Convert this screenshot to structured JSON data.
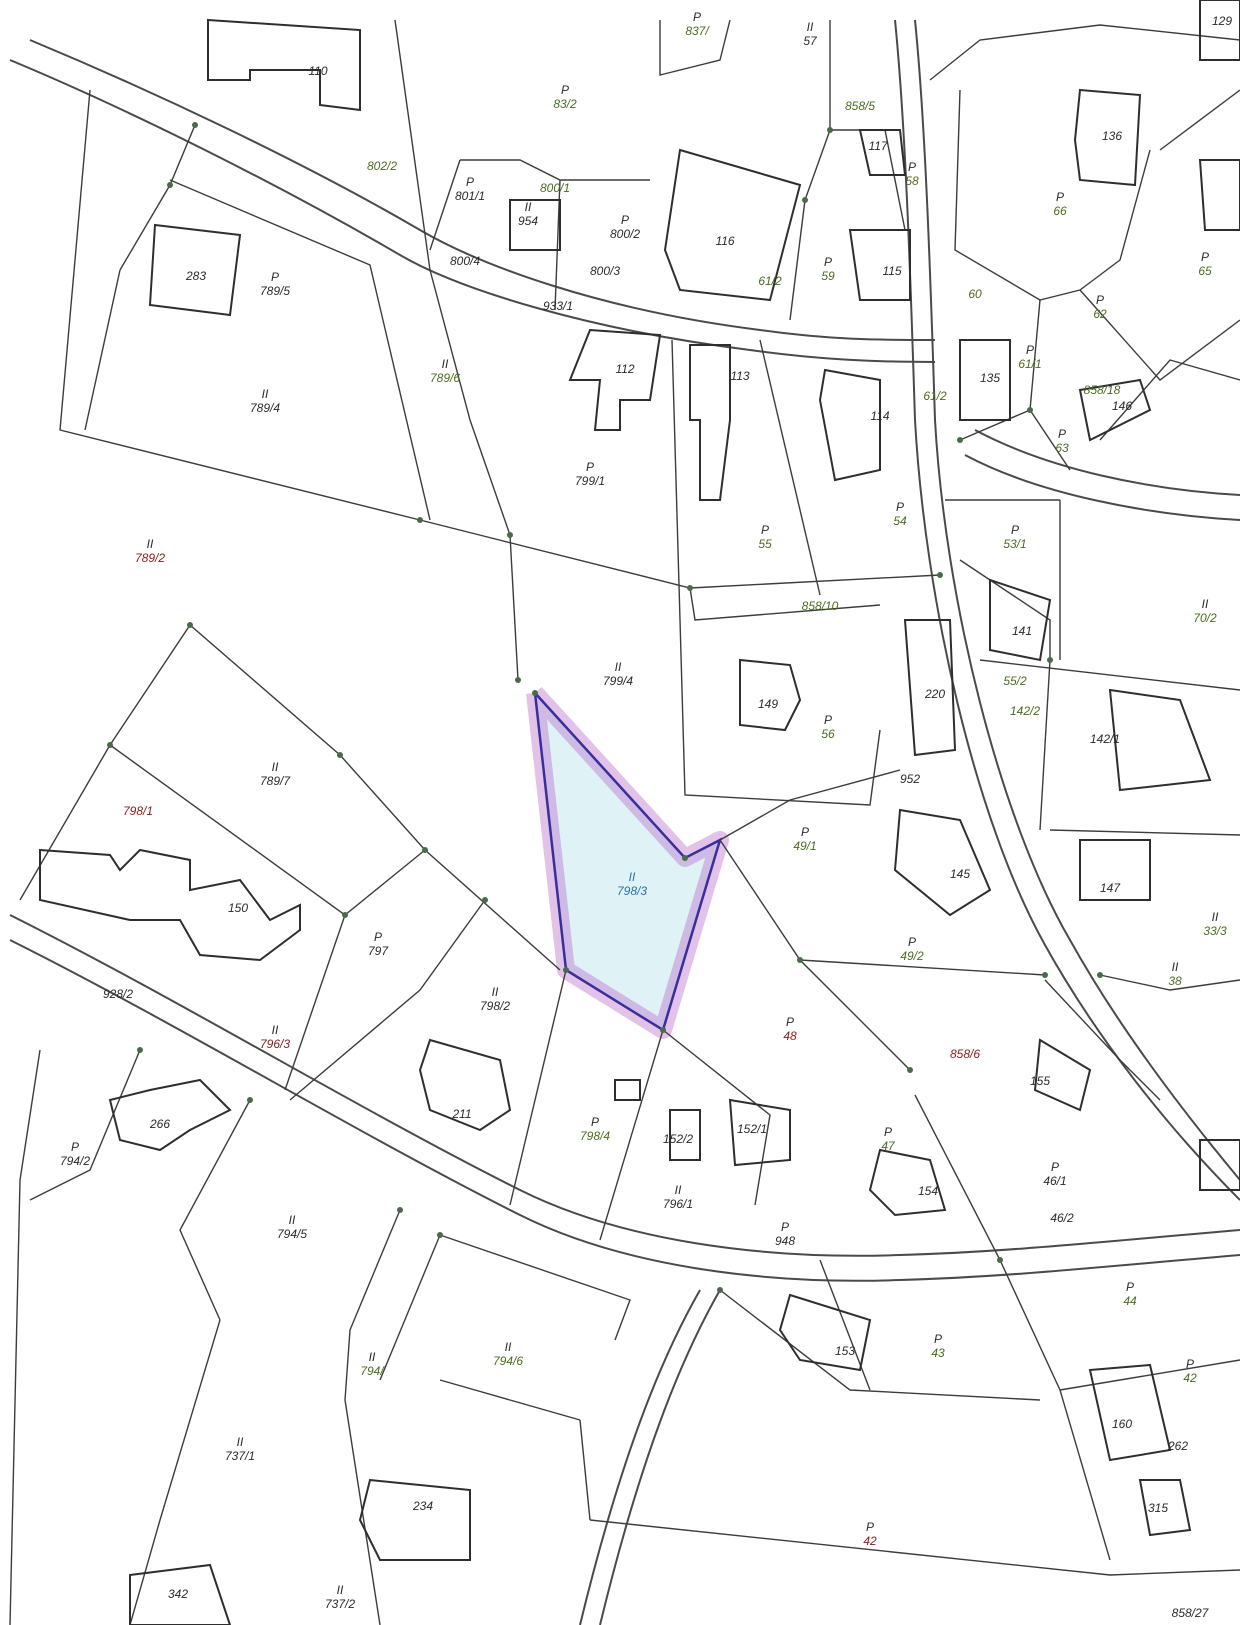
{
  "map": {
    "highlight_color": "#b04fc4",
    "highlight_fill": "#dff3f7",
    "colors": {
      "black": "#2a2a2a",
      "red": "#8b1a1a",
      "green": "#4b6b1e",
      "blue": "#2c6fb3"
    },
    "highlighted_parcel": {
      "symbol": "II",
      "number": "798/3"
    },
    "parcels": [
      {
        "id": "p110",
        "symbol": "",
        "number": "110",
        "color": "black"
      },
      {
        "id": "p837",
        "symbol": "P",
        "number": "837/",
        "color": "green"
      },
      {
        "id": "p57",
        "symbol": "II",
        "number": "57",
        "color": "black"
      },
      {
        "id": "p129",
        "symbol": "",
        "number": "129",
        "color": "black"
      },
      {
        "id": "p832",
        "symbol": "P",
        "number": "83/2",
        "color": "green"
      },
      {
        "id": "p8025",
        "symbol": "",
        "number": "858/5",
        "color": "green"
      },
      {
        "id": "p117",
        "symbol": "",
        "number": "117",
        "color": "black"
      },
      {
        "id": "p136",
        "symbol": "",
        "number": "136",
        "color": "black"
      },
      {
        "id": "p802",
        "symbol": "",
        "number": "802/2",
        "color": "green"
      },
      {
        "id": "p8011",
        "symbol": "P",
        "number": "801/1",
        "color": "black"
      },
      {
        "id": "p8001",
        "symbol": "",
        "number": "800/1",
        "color": "green"
      },
      {
        "id": "p954",
        "symbol": "II",
        "number": "954",
        "color": "black"
      },
      {
        "id": "p8002",
        "symbol": "P",
        "number": "800/2",
        "color": "black"
      },
      {
        "id": "p116",
        "symbol": "",
        "number": "116",
        "color": "black"
      },
      {
        "id": "p58",
        "symbol": "P",
        "number": "58",
        "color": "green"
      },
      {
        "id": "p66",
        "symbol": "P",
        "number": "66",
        "color": "green"
      },
      {
        "id": "p283",
        "symbol": "",
        "number": "283",
        "color": "black"
      },
      {
        "id": "p7895",
        "symbol": "P",
        "number": "789/5",
        "color": "black"
      },
      {
        "id": "p8004",
        "symbol": "",
        "number": "800/4",
        "color": "black"
      },
      {
        "id": "p8003",
        "symbol": "",
        "number": "800/3",
        "color": "black"
      },
      {
        "id": "p6112",
        "symbol": "",
        "number": "61/2",
        "color": "green"
      },
      {
        "id": "p59",
        "symbol": "P",
        "number": "59",
        "color": "green"
      },
      {
        "id": "p115",
        "symbol": "",
        "number": "115",
        "color": "black"
      },
      {
        "id": "p65",
        "symbol": "P",
        "number": "65",
        "color": "green"
      },
      {
        "id": "p9331",
        "symbol": "",
        "number": "933/1",
        "color": "black"
      },
      {
        "id": "p60",
        "symbol": "",
        "number": "60",
        "color": "green"
      },
      {
        "id": "p62",
        "symbol": "P",
        "number": "62",
        "color": "green"
      },
      {
        "id": "p112",
        "symbol": "",
        "number": "112",
        "color": "black"
      },
      {
        "id": "p113",
        "symbol": "",
        "number": "113",
        "color": "black"
      },
      {
        "id": "p7896",
        "symbol": "II",
        "number": "789/6",
        "color": "green"
      },
      {
        "id": "p7894",
        "symbol": "II",
        "number": "789/4",
        "color": "black"
      },
      {
        "id": "p135",
        "symbol": "",
        "number": "135",
        "color": "black"
      },
      {
        "id": "p611",
        "symbol": "P",
        "number": "61/1",
        "color": "green"
      },
      {
        "id": "p85818",
        "symbol": "",
        "number": "858/18",
        "color": "green"
      },
      {
        "id": "p114",
        "symbol": "",
        "number": "114",
        "color": "black"
      },
      {
        "id": "p6122",
        "symbol": "",
        "number": "61/2",
        "color": "green"
      },
      {
        "id": "p146",
        "symbol": "",
        "number": "146",
        "color": "black"
      },
      {
        "id": "p63",
        "symbol": "P",
        "number": "63",
        "color": "green"
      },
      {
        "id": "p7991",
        "symbol": "P",
        "number": "799/1",
        "color": "black"
      },
      {
        "id": "p7892",
        "symbol": "II",
        "number": "789/2",
        "color": "red"
      },
      {
        "id": "p54",
        "symbol": "P",
        "number": "54",
        "color": "green"
      },
      {
        "id": "p55",
        "symbol": "P",
        "number": "55",
        "color": "green"
      },
      {
        "id": "p531",
        "symbol": "P",
        "number": "53/1",
        "color": "green"
      },
      {
        "id": "p70",
        "symbol": "II",
        "number": "70/2",
        "color": "green"
      },
      {
        "id": "p85810",
        "symbol": "",
        "number": "858/10",
        "color": "green"
      },
      {
        "id": "p141",
        "symbol": "",
        "number": "141",
        "color": "black"
      },
      {
        "id": "p7994",
        "symbol": "II",
        "number": "799/4",
        "color": "black"
      },
      {
        "id": "p149",
        "symbol": "",
        "number": "149",
        "color": "black"
      },
      {
        "id": "p56",
        "symbol": "P",
        "number": "56",
        "color": "green"
      },
      {
        "id": "p220",
        "symbol": "",
        "number": "220",
        "color": "black"
      },
      {
        "id": "p3512",
        "symbol": "",
        "number": "55/2",
        "color": "green"
      },
      {
        "id": "p1422",
        "symbol": "",
        "number": "142/2",
        "color": "green"
      },
      {
        "id": "p1421",
        "symbol": "",
        "number": "142/1",
        "color": "black"
      },
      {
        "id": "p952",
        "symbol": "",
        "number": "952",
        "color": "black"
      },
      {
        "id": "p7897",
        "symbol": "II",
        "number": "789/7",
        "color": "black"
      },
      {
        "id": "p7981",
        "symbol": "",
        "number": "798/1",
        "color": "red"
      },
      {
        "id": "p491",
        "symbol": "P",
        "number": "49/1",
        "color": "green"
      },
      {
        "id": "p145",
        "symbol": "",
        "number": "145",
        "color": "black"
      },
      {
        "id": "p147",
        "symbol": "",
        "number": "147",
        "color": "black"
      },
      {
        "id": "p150",
        "symbol": "",
        "number": "150",
        "color": "black"
      },
      {
        "id": "p797",
        "symbol": "P",
        "number": "797",
        "color": "black"
      },
      {
        "id": "p492",
        "symbol": "P",
        "number": "49/2",
        "color": "green"
      },
      {
        "id": "p333",
        "symbol": "II",
        "number": "33/3",
        "color": "green"
      },
      {
        "id": "p38",
        "symbol": "II",
        "number": "38",
        "color": "green"
      },
      {
        "id": "p9282",
        "symbol": "",
        "number": "928/2",
        "color": "black"
      },
      {
        "id": "p7982",
        "symbol": "II",
        "number": "798/2",
        "color": "black"
      },
      {
        "id": "p48",
        "symbol": "P",
        "number": "48",
        "color": "red"
      },
      {
        "id": "p7963",
        "symbol": "II",
        "number": "796/3",
        "color": "red"
      },
      {
        "id": "p8586",
        "symbol": "",
        "number": "858/6",
        "color": "red"
      },
      {
        "id": "p155",
        "symbol": "",
        "number": "155",
        "color": "black"
      },
      {
        "id": "p211",
        "symbol": "",
        "number": "211",
        "color": "black"
      },
      {
        "id": "p266",
        "symbol": "",
        "number": "266",
        "color": "black"
      },
      {
        "id": "p7942",
        "symbol": "P",
        "number": "794/2",
        "color": "black"
      },
      {
        "id": "p7984",
        "symbol": "P",
        "number": "798/4",
        "color": "green"
      },
      {
        "id": "p1522",
        "symbol": "",
        "number": "152/2",
        "color": "black"
      },
      {
        "id": "p1521",
        "symbol": "",
        "number": "152/1",
        "color": "black"
      },
      {
        "id": "p47",
        "symbol": "P",
        "number": "47",
        "color": "green"
      },
      {
        "id": "p154",
        "symbol": "",
        "number": "154",
        "color": "black"
      },
      {
        "id": "p461",
        "symbol": "P",
        "number": "46/1",
        "color": "black"
      },
      {
        "id": "p462",
        "symbol": "",
        "number": "46/2",
        "color": "black"
      },
      {
        "id": "p7961",
        "symbol": "II",
        "number": "796/1",
        "color": "black"
      },
      {
        "id": "p7945",
        "symbol": "II",
        "number": "794/5",
        "color": "black"
      },
      {
        "id": "p948",
        "symbol": "P",
        "number": "948",
        "color": "black"
      },
      {
        "id": "p44",
        "symbol": "P",
        "number": "44",
        "color": "green"
      },
      {
        "id": "p153",
        "symbol": "",
        "number": "153",
        "color": "black"
      },
      {
        "id": "p43",
        "symbol": "P",
        "number": "43",
        "color": "green"
      },
      {
        "id": "p7946",
        "symbol": "II",
        "number": "794/6",
        "color": "green"
      },
      {
        "id": "p7941",
        "symbol": "II",
        "number": "794/",
        "color": "green"
      },
      {
        "id": "p42a",
        "symbol": "P",
        "number": "42",
        "color": "green"
      },
      {
        "id": "p160",
        "symbol": "",
        "number": "160",
        "color": "black"
      },
      {
        "id": "p262",
        "symbol": "",
        "number": "262",
        "color": "black"
      },
      {
        "id": "p7371",
        "symbol": "II",
        "number": "737/1",
        "color": "black"
      },
      {
        "id": "p234",
        "symbol": "",
        "number": "234",
        "color": "black"
      },
      {
        "id": "p315",
        "symbol": "",
        "number": "315",
        "color": "black"
      },
      {
        "id": "p42",
        "symbol": "P",
        "number": "42",
        "color": "red"
      },
      {
        "id": "p342",
        "symbol": "",
        "number": "342",
        "color": "black"
      },
      {
        "id": "p7372",
        "symbol": "II",
        "number": "737/2",
        "color": "black"
      },
      {
        "id": "p85827",
        "symbol": "",
        "number": "858/27",
        "color": "black"
      }
    ]
  }
}
